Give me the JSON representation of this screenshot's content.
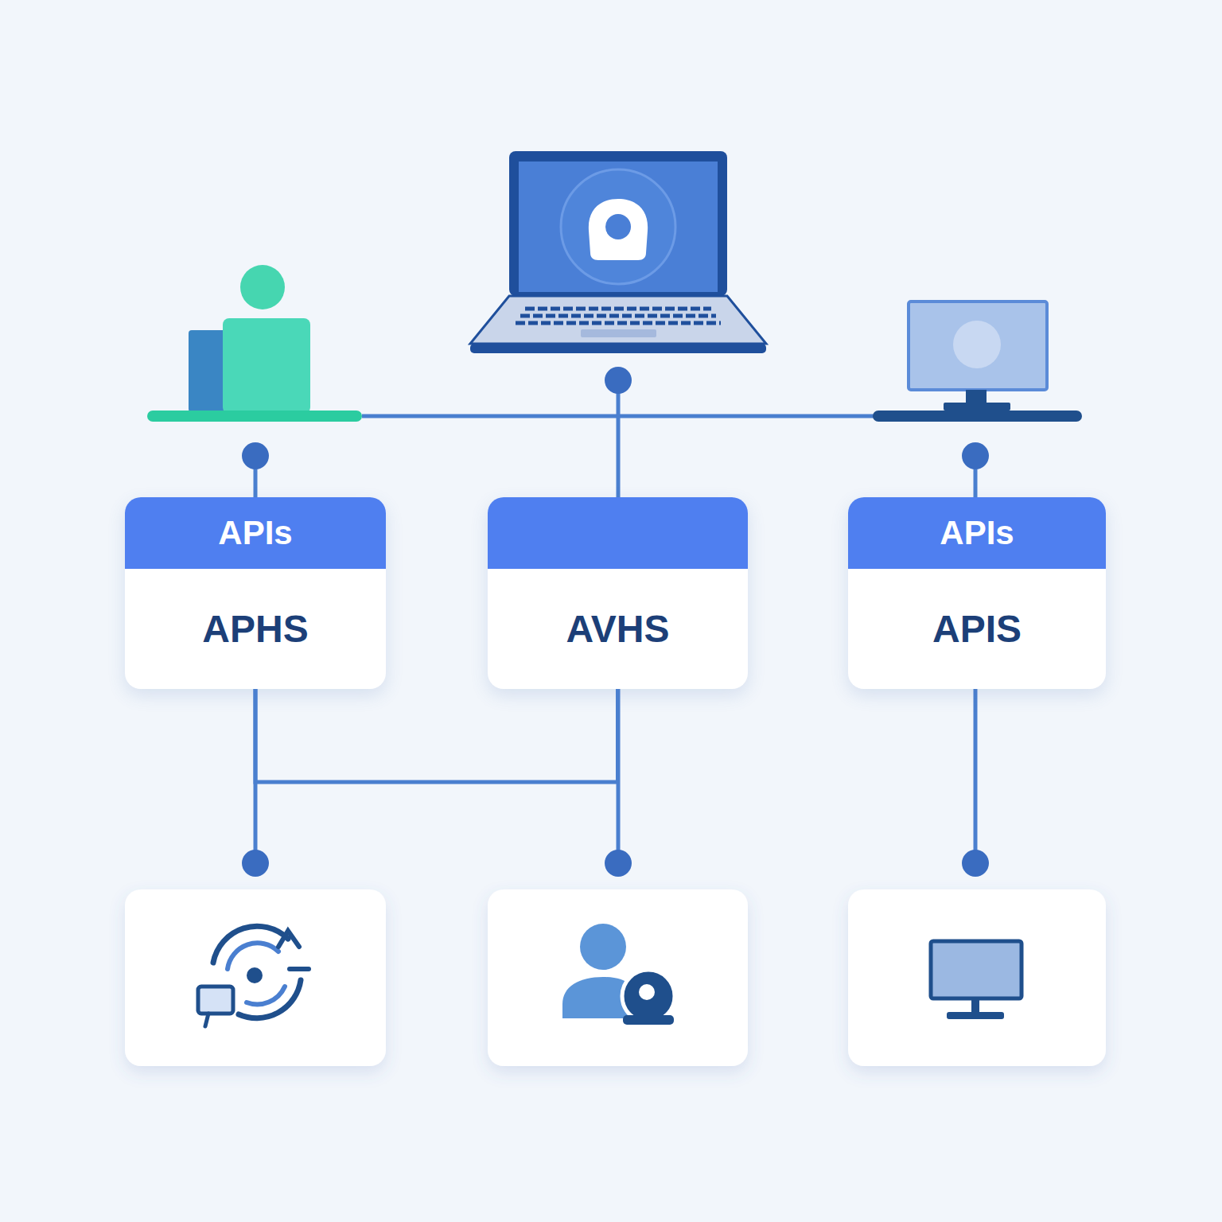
{
  "diagram": {
    "nodes": [
      {
        "text": [
          "APIs",
          "APHS"
        ]
      },
      {
        "text": [
          "AVHS"
        ]
      },
      {
        "text": [
          "APIs",
          "APIS"
        ]
      }
    ],
    "edges": [
      {
        "from": 0,
        "to": 1,
        "arrow": "none"
      }
    ]
  }
}
